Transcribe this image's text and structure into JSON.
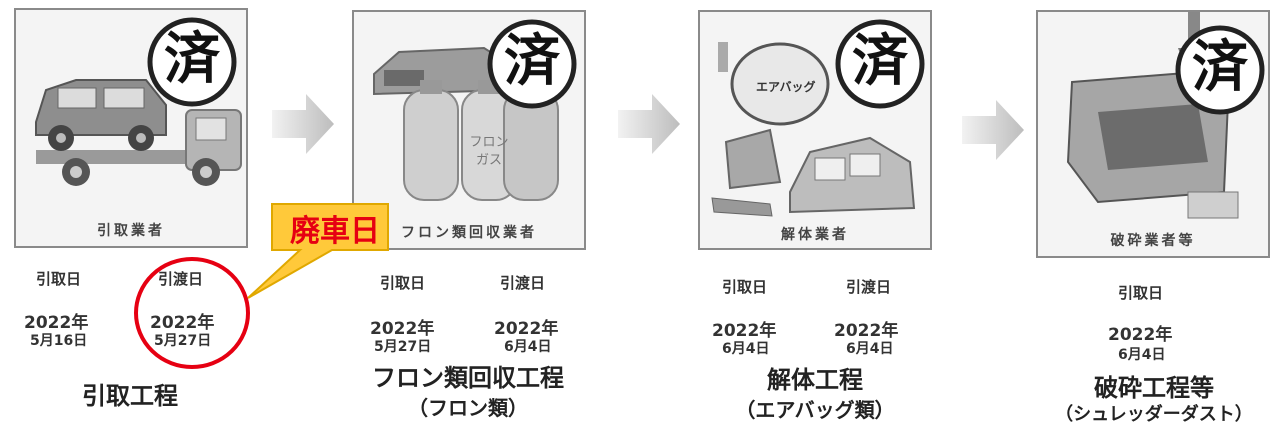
{
  "stages": [
    {
      "panel_label": "引取業者",
      "stamp": "済",
      "dates": [
        {
          "label": "引取日",
          "year": "2022年",
          "md": "5月16日"
        },
        {
          "label": "引渡日",
          "year": "2022年",
          "md": "5月27日"
        }
      ],
      "name": "引取工程",
      "sub": ""
    },
    {
      "panel_label": "フロン類回収業者",
      "stamp": "済",
      "dates": [
        {
          "label": "引取日",
          "year": "2022年",
          "md": "5月27日"
        },
        {
          "label": "引渡日",
          "year": "2022年",
          "md": "6月4日"
        }
      ],
      "name": "フロン類回収工程",
      "sub": "（フロン類）"
    },
    {
      "panel_label": "解体業者",
      "stamp": "済",
      "dates": [
        {
          "label": "引取日",
          "year": "2022年",
          "md": "6月4日"
        },
        {
          "label": "引渡日",
          "year": "2022年",
          "md": "6月4日"
        }
      ],
      "name": "解体工程",
      "sub": "（エアバッグ類）"
    },
    {
      "panel_label": "破砕業者等",
      "stamp": "済",
      "dates": [
        {
          "label": "引取日",
          "year": "2022年",
          "md": "6月4日"
        }
      ],
      "name": "破砕工程等",
      "sub": "（シュレッダーダスト）"
    }
  ],
  "callout": {
    "text": "廃車日"
  },
  "illustration_text": {
    "tank": "フロン ガス",
    "airbag": "エアバッグ"
  },
  "colors": {
    "callout_fill": "#ffc93a",
    "callout_border": "#e0a800",
    "highlight_circle": "#e60012",
    "arrow": "#c8c8c8"
  }
}
